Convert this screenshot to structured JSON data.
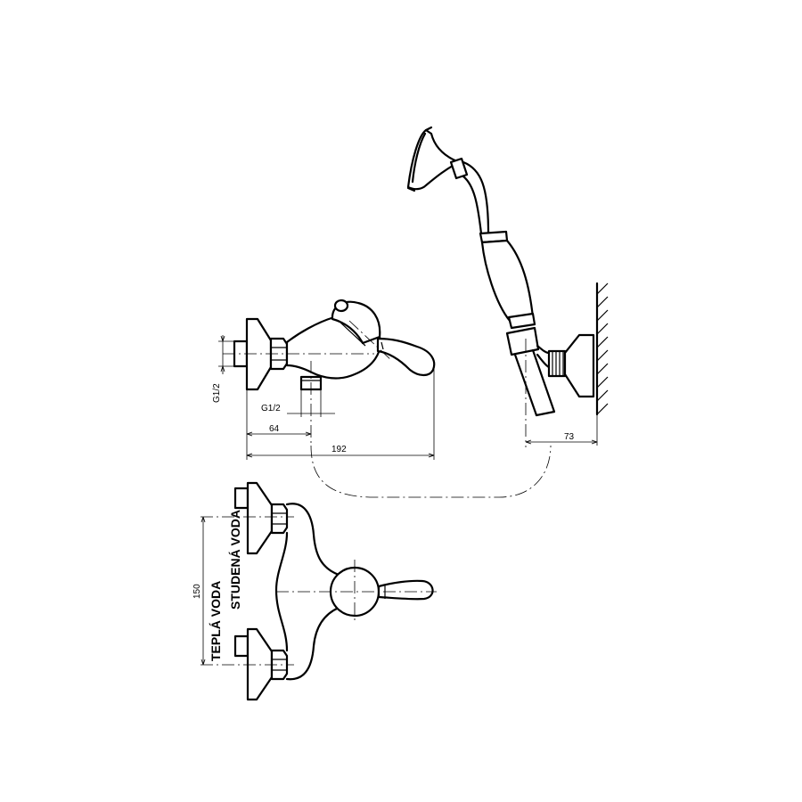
{
  "dimensions": {
    "thread_vertical": "G1/2",
    "thread_horizontal": "G1/2",
    "offset_64": "64",
    "width_192": "192",
    "wall_73": "73",
    "spacing_150": "150"
  },
  "labels": {
    "hot_water": "TEPLÁ VODA",
    "cold_water": "STUDENÁ VODA"
  }
}
